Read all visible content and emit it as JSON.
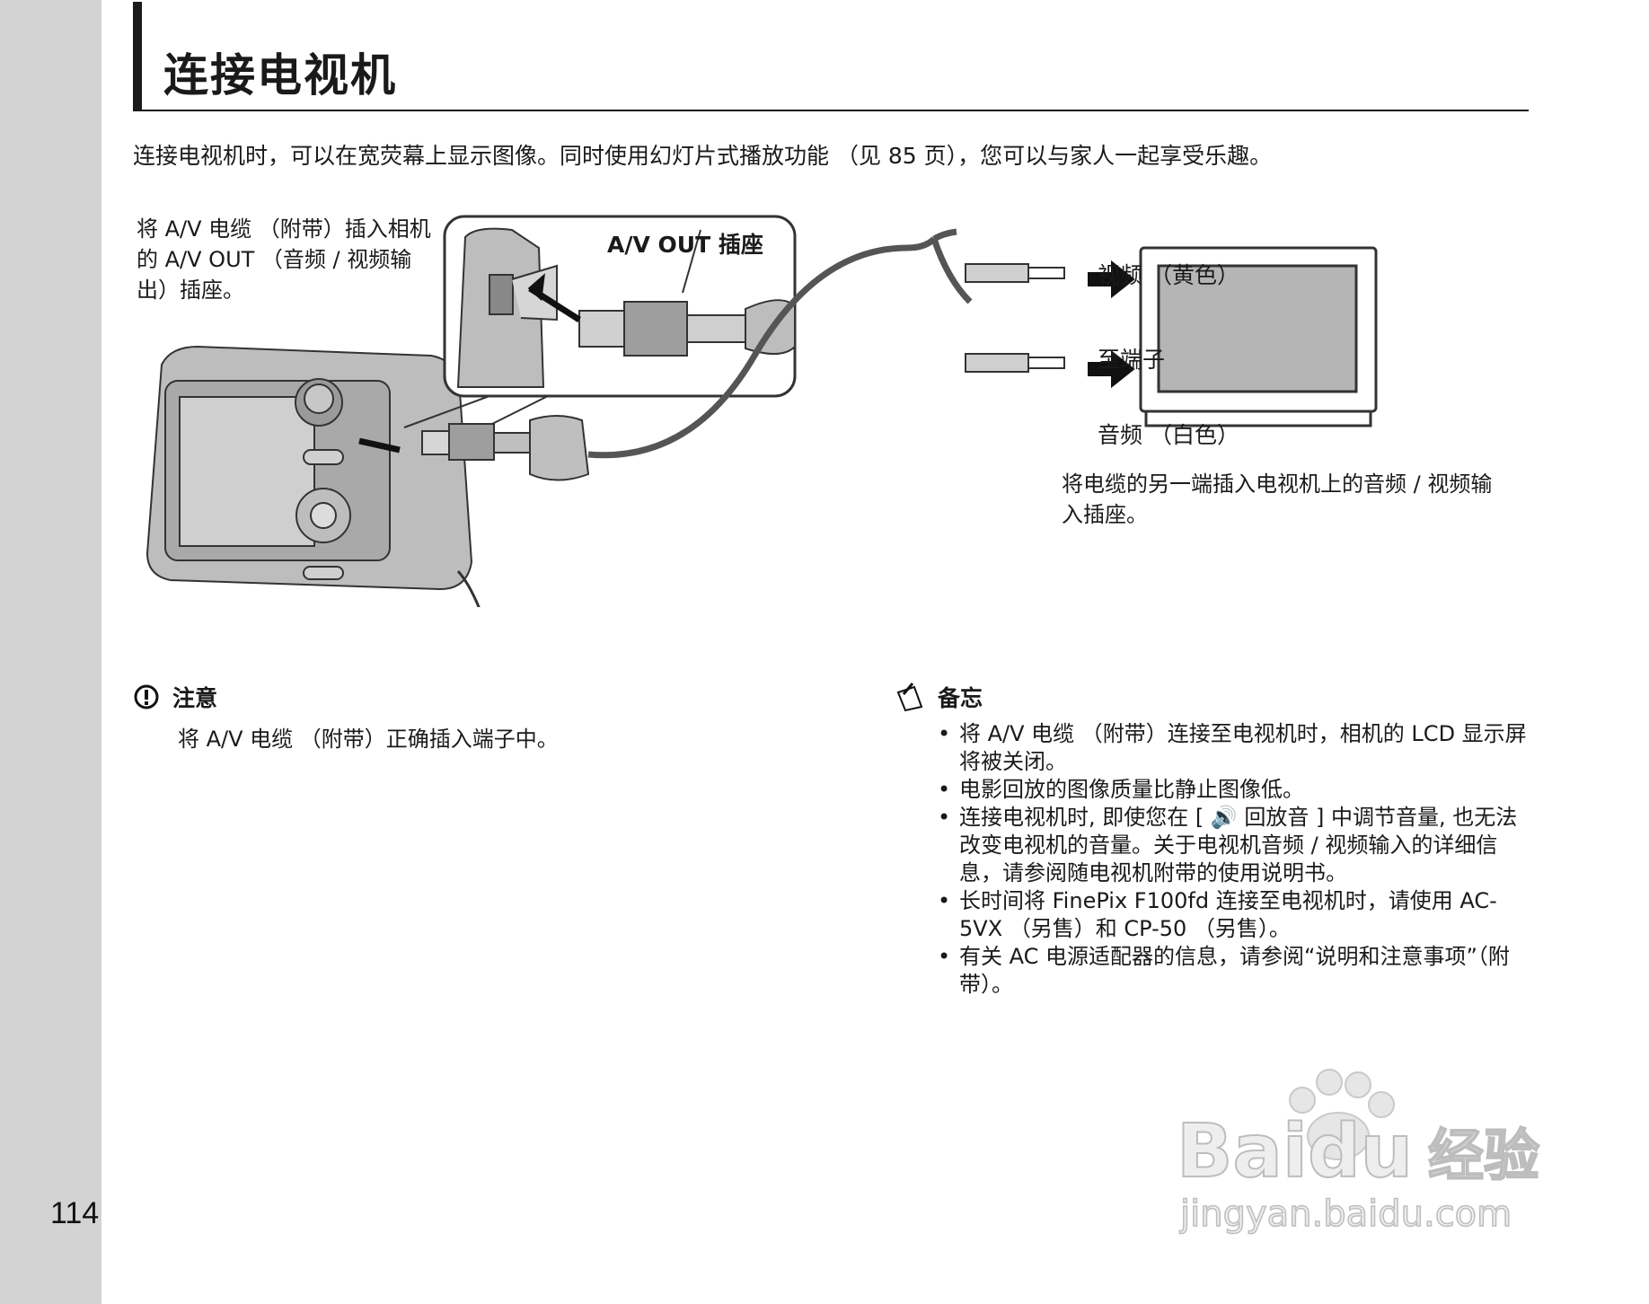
{
  "page": {
    "number": "114"
  },
  "title": "连接电视机",
  "intro": "连接电视机时，可以在宽荧幕上显示图像。同时使用幻灯片式播放功能 （见 85 页），您可以与家人一起享受乐趣。",
  "diagram": {
    "left_callout": "将 A/V 电缆 （附带）插入相机的 A/V OUT （音频 / 视频输出）插座。",
    "avout_label": "A/V OUT 插座",
    "video_label": "视频 （黄色）",
    "terminal_label": "至端子",
    "audio_label": "音频 （白色）",
    "tv_callout": "将电缆的另一端插入电视机上的音频 / 视频输入插座。"
  },
  "caution": {
    "icon": "caution-icon",
    "heading": "注意",
    "body": "将 A/V 电缆 （附带）正确插入端子中。"
  },
  "memo": {
    "icon": "memo-icon",
    "heading": "备忘",
    "items": [
      "将 A/V 电缆 （附带）连接至电视机时，相机的 LCD 显示屏将被关闭。",
      "电影回放的图像质量比静止图像低。",
      "连接电视机时, 即使您在 [ 🔊 回放音 ] 中调节音量, 也无法改变电视机的音量。关于电视机音频 / 视频输入的详细信息，请参阅随电视机附带的使用说明书。",
      "长时间将 FinePix F100fd 连接至电视机时，请使用 AC-5VX （另售）和 CP-50 （另售）。",
      "有关 AC 电源适配器的信息，请参阅“说明和注意事项”（附带）。"
    ]
  },
  "watermark": {
    "brand": "Baidu",
    "brand_cn": "经验",
    "url": "jingyan.baidu.com"
  },
  "colors": {
    "sidebar": "#d3d3d3",
    "text": "#1a1a1a",
    "illustration": "#555555"
  }
}
